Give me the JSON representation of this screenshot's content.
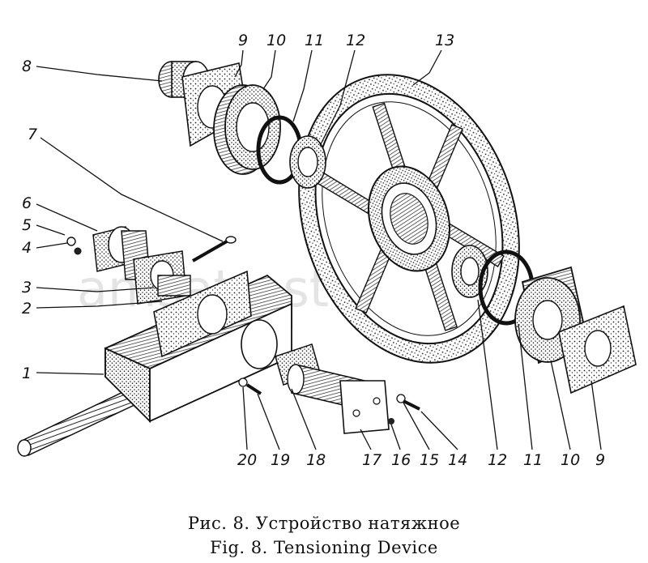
{
  "watermark": "amsat-ostd.ru",
  "labels": {
    "l1": "1",
    "l2": "2",
    "l3": "3",
    "l4": "4",
    "l5": "5",
    "l6": "6",
    "l7": "7",
    "l8": "8",
    "l9_top": "9",
    "l10_top": "10",
    "l11_top": "11",
    "l12_top": "12",
    "l13": "13",
    "l14": "14",
    "l15": "15",
    "l16": "16",
    "l17": "17",
    "l18": "18",
    "l19": "19",
    "l20": "20",
    "l12_bot": "12",
    "l11_bot": "11",
    "l10_bot": "10",
    "l9_bot": "9"
  },
  "caption": {
    "ru": "Рис. 8. Устройство натяжное",
    "en": "Fig. 8. Tensioning Device"
  }
}
